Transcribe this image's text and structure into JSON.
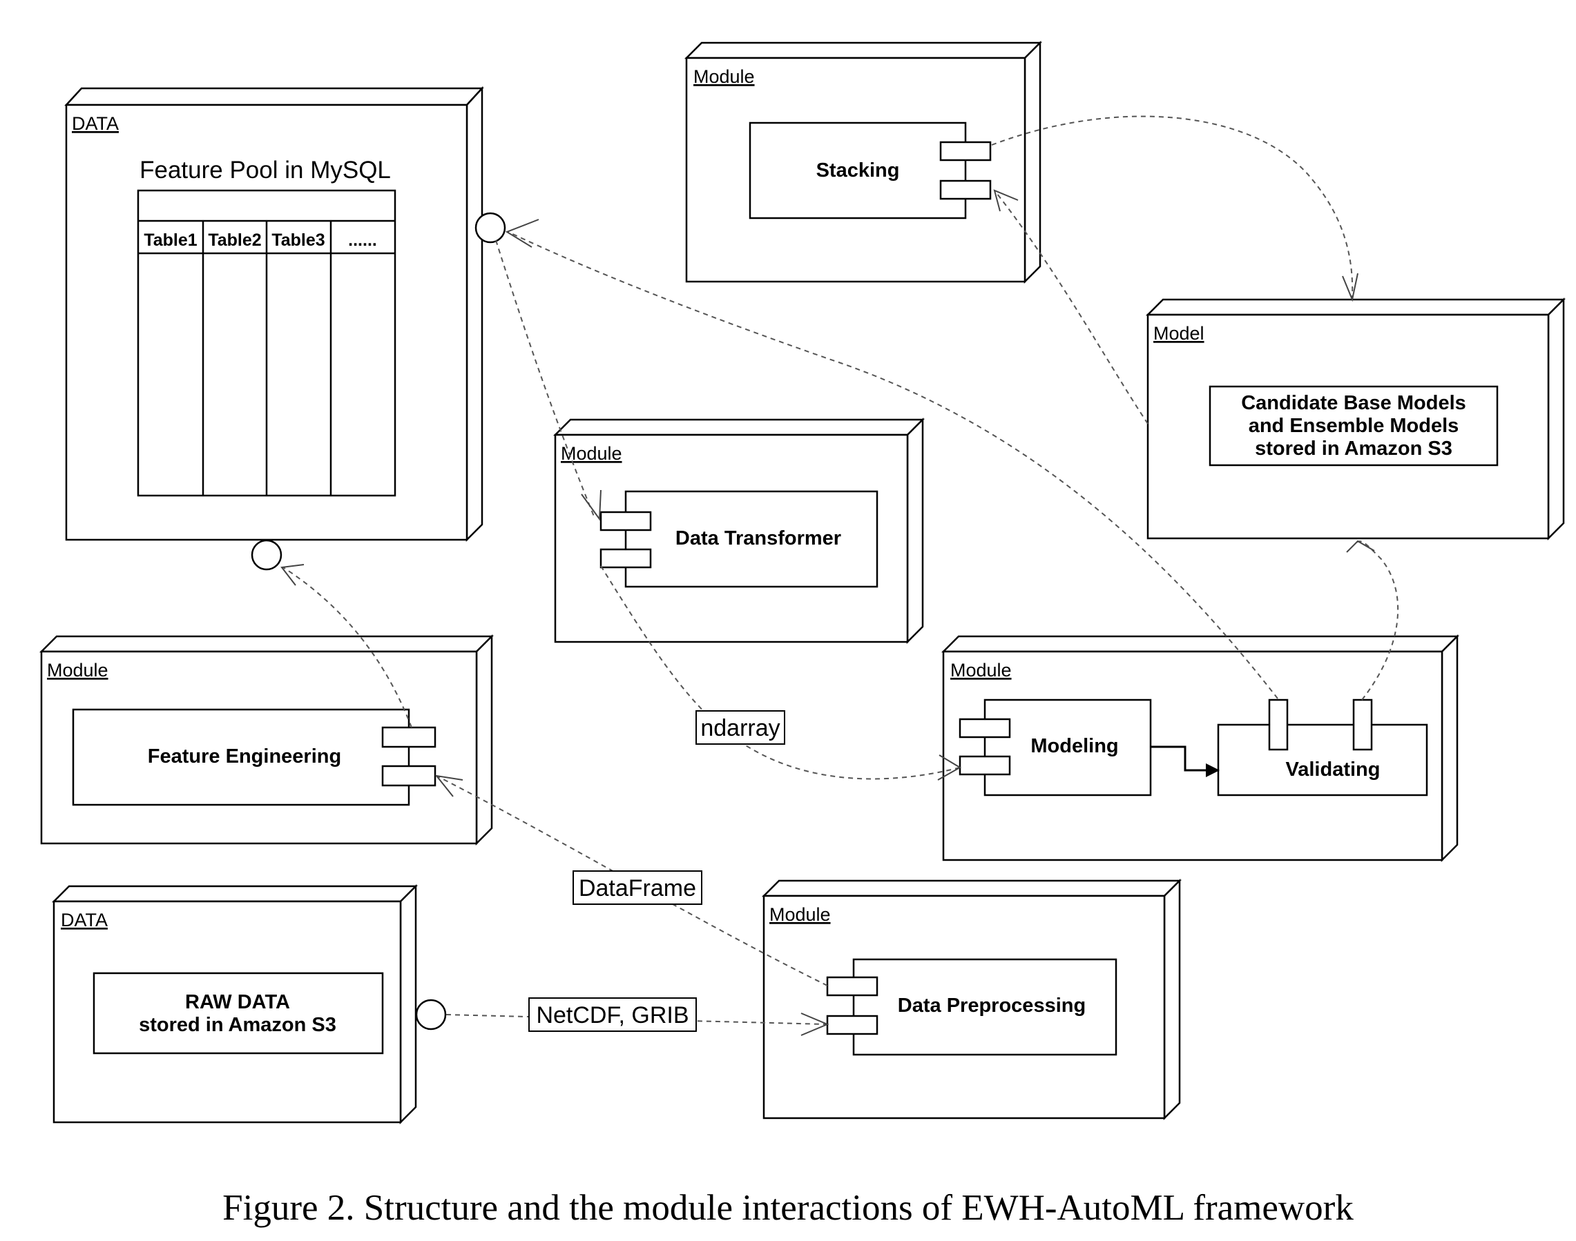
{
  "data_feature_pool": {
    "stereotype": "DATA",
    "title": "Feature Pool in MySQL",
    "tables": [
      "Table1",
      "Table2",
      "Table3",
      "......"
    ]
  },
  "module_stacking": {
    "stereotype": "Module",
    "component": "Stacking"
  },
  "model_candidates": {
    "stereotype": "Model",
    "line1": "Candidate Base Models",
    "line2": "and Ensemble Models",
    "line3": "stored in Amazon S3"
  },
  "module_transformer": {
    "stereotype": "Module",
    "component": "Data Transformer"
  },
  "module_feature_eng": {
    "stereotype": "Module",
    "component": "Feature Engineering"
  },
  "module_modeling": {
    "stereotype": "Module",
    "component_modeling": "Modeling",
    "component_validating": "Validating"
  },
  "data_raw": {
    "stereotype": "DATA",
    "line1": "RAW DATA",
    "line2": "stored in Amazon S3"
  },
  "module_preprocessing": {
    "stereotype": "Module",
    "component": "Data Preprocessing"
  },
  "connectors": {
    "ndarray": "ndarray",
    "dataframe": "DataFrame",
    "netcdf": "NetCDF, GRIB"
  },
  "caption": "Figure 2. Structure and the module interactions of EWH-AutoML framework"
}
